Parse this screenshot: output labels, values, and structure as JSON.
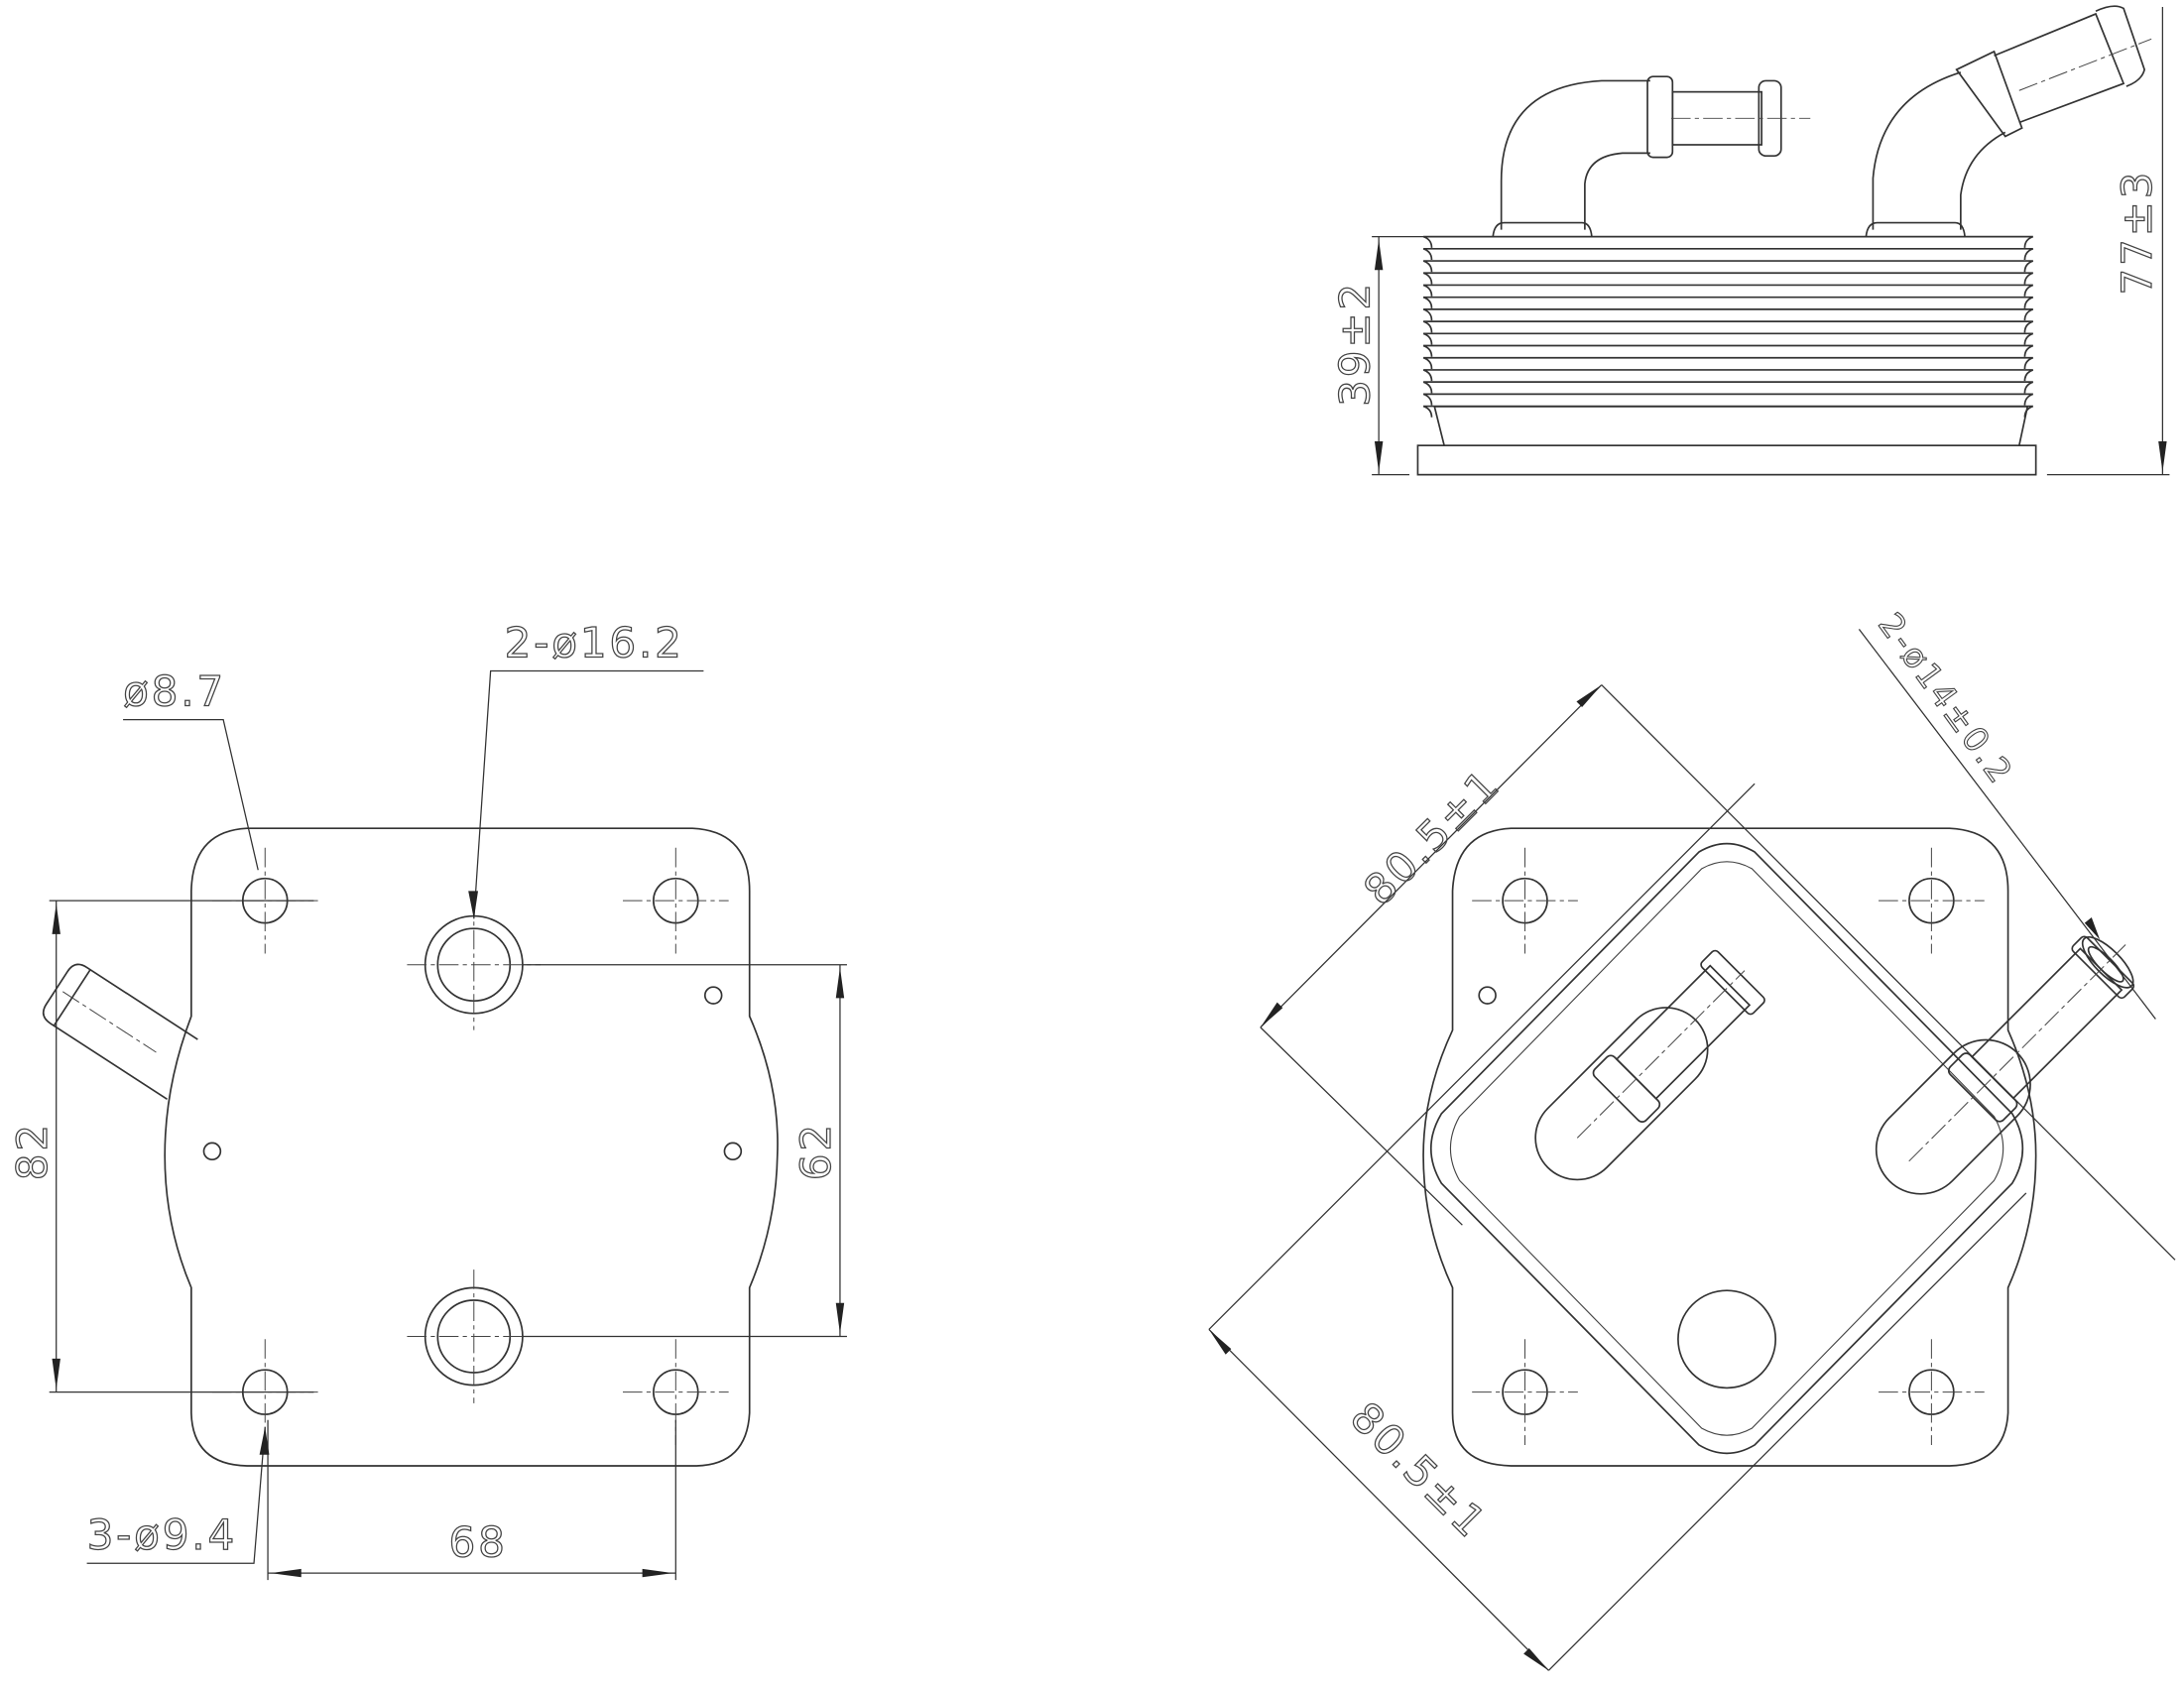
{
  "views": {
    "side_view": {
      "height_body_label": "39±2",
      "height_total_label": "77±3"
    },
    "plan_view": {
      "small_hole_label": "ø8.7",
      "port_hole_label": "2-ø16.2",
      "mount_holes_label": "3-ø9.4",
      "vertical_hole_spacing_label": "82",
      "port_spacing_label": "62",
      "horizontal_hole_spacing_label": "68"
    },
    "oblique_view": {
      "diagonal_a_label": "80.5±1",
      "diagonal_b_label": "80.5±1",
      "pipe_diameter_label": "2-ø14±0.2"
    }
  }
}
